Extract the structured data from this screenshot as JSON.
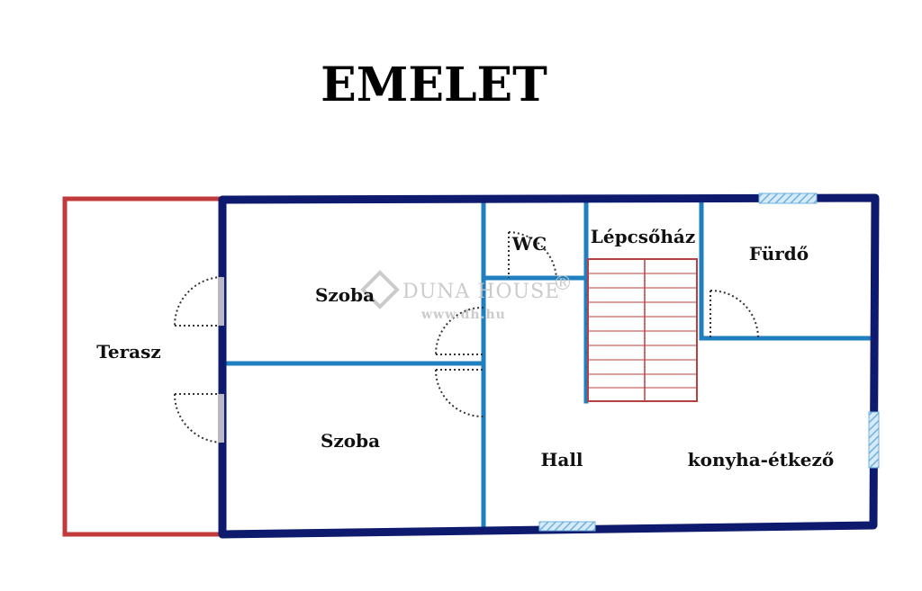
{
  "title": "EMELET",
  "rooms": {
    "terasz": "Terasz",
    "szoba1": "Szoba",
    "szoba2": "Szoba",
    "wc": "WC",
    "lepcsohaz": "Lépcsőház",
    "furdo": "Fürdő",
    "hall": "Hall",
    "konyha": "konyha-étkező"
  },
  "watermark": {
    "brand": "DUNA HOUSE",
    "registered": "®",
    "url": "www.dh.hu"
  },
  "colors": {
    "outer_wall": "#0d1a6e",
    "inner_wall": "#1f7fbf",
    "terrace": "#c0393b",
    "stairs": "#b94040",
    "window": "#8fc4e6",
    "door": "#333333"
  }
}
